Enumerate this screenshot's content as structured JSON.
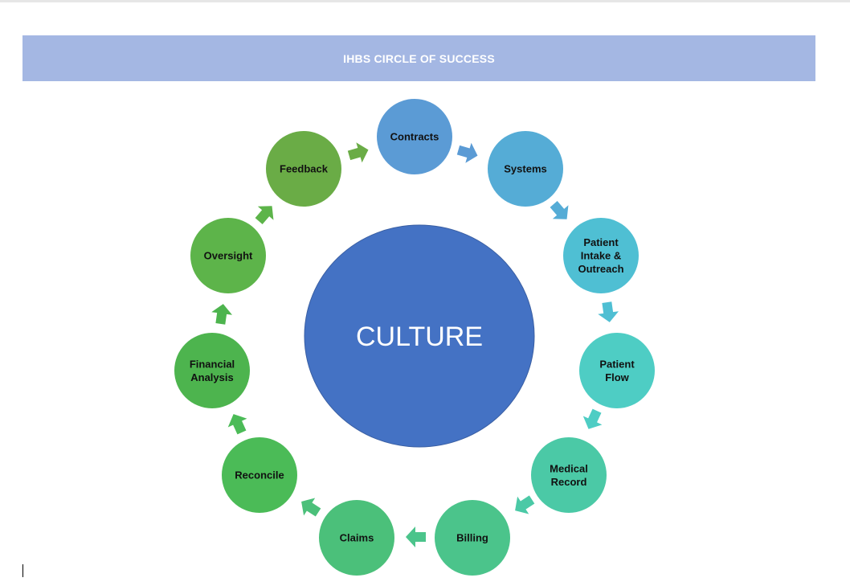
{
  "title": "IHBS CIRCLE OF SUCCESS",
  "center": {
    "label": "CULTURE",
    "color": "#4472c4"
  },
  "colors": {
    "title_bar": "#a4b7e3",
    "center_fill": "#4472c4",
    "center_stroke": "#3a5fa3"
  },
  "nodes": [
    {
      "id": "contracts",
      "lines": [
        "Contracts"
      ],
      "color": "#5b9bd5"
    },
    {
      "id": "systems",
      "lines": [
        "Systems"
      ],
      "color": "#55acd6"
    },
    {
      "id": "patient-intake-outreach",
      "lines": [
        "Patient",
        "Intake &",
        "Outreach"
      ],
      "color": "#4fbfd3"
    },
    {
      "id": "patient-flow",
      "lines": [
        "Patient",
        "Flow"
      ],
      "color": "#4ecdc4"
    },
    {
      "id": "medical-record",
      "lines": [
        "Medical",
        "Record"
      ],
      "color": "#4bc9a6"
    },
    {
      "id": "billing",
      "lines": [
        "Billing"
      ],
      "color": "#4bc48b"
    },
    {
      "id": "claims",
      "lines": [
        "Claims"
      ],
      "color": "#4bc07a"
    },
    {
      "id": "reconcile",
      "lines": [
        "Reconcile"
      ],
      "color": "#4bbb57"
    },
    {
      "id": "financial-analysis",
      "lines": [
        "Financial",
        "Analysis"
      ],
      "color": "#4db44e"
    },
    {
      "id": "oversight",
      "lines": [
        "Oversight"
      ],
      "color": "#5db44a"
    },
    {
      "id": "feedback",
      "lines": [
        "Feedback"
      ],
      "color": "#6aac46"
    }
  ],
  "arrow_colors": [
    "#5b9bd5",
    "#55acd6",
    "#4fbfd3",
    "#4ecdc4",
    "#4bc9a6",
    "#4bc48b",
    "#4bc07a",
    "#4bbb57",
    "#4db44e",
    "#5db44a",
    "#6aac46"
  ]
}
